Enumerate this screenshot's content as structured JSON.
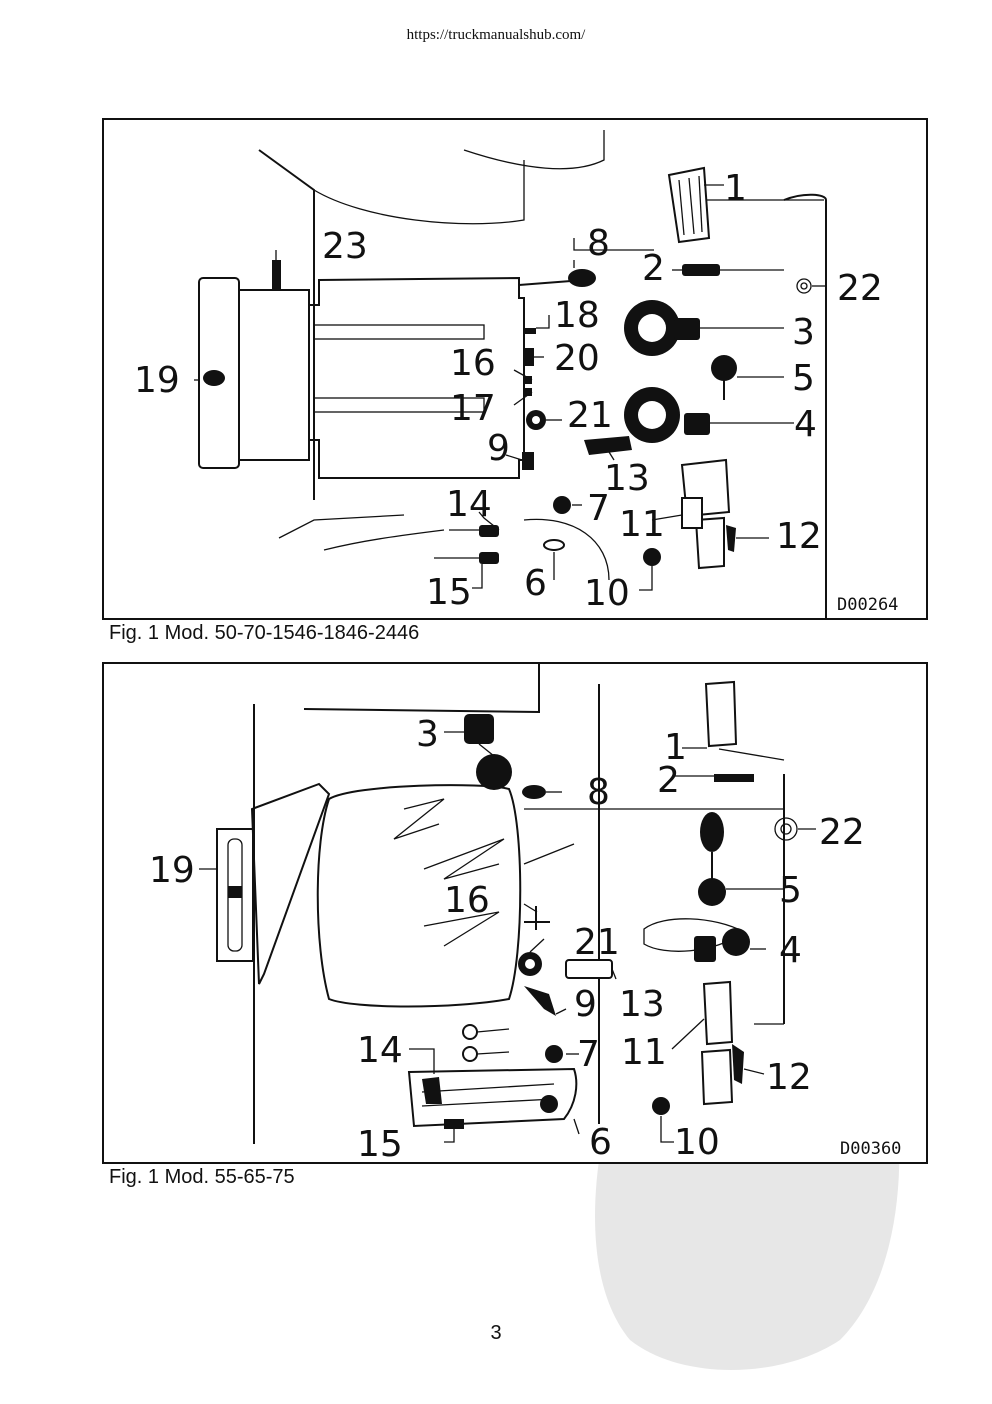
{
  "header": {
    "url": "https://truckmanualshub.com/"
  },
  "figure1": {
    "caption": "Fig. 1 Mod. 50-70-1546-1846-2446",
    "code": "D00264",
    "labels": [
      "1",
      "2",
      "3",
      "4",
      "5",
      "6",
      "7",
      "8",
      "9",
      "10",
      "11",
      "12",
      "13",
      "14",
      "15",
      "16",
      "17",
      "18",
      "19",
      "20",
      "21",
      "22",
      "23"
    ]
  },
  "figure2": {
    "caption": "Fig. 1 Mod. 55-65-75",
    "code": "D00360",
    "labels": [
      "1",
      "2",
      "3",
      "4",
      "5",
      "6",
      "7",
      "8",
      "9",
      "10",
      "11",
      "12",
      "13",
      "14",
      "15",
      "16",
      "19",
      "21",
      "22"
    ]
  },
  "footer": {
    "page_number": "3"
  }
}
